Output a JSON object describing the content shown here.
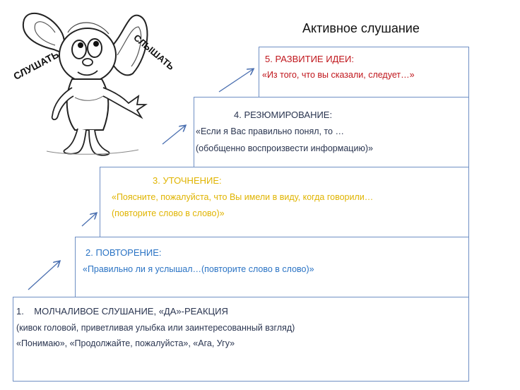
{
  "title": "Активное слушание",
  "cartoon": {
    "word_left": "СЛУШАТЬ",
    "word_right": "СЛЫШАТЬ"
  },
  "steps": {
    "step5": {
      "heading": "5. РАЗВИТИЕ ИДЕИ:",
      "lines": [
        "«Из того, что вы сказали, следует…»"
      ],
      "color": "#c0161c"
    },
    "step4": {
      "heading": "4. РЕЗЮМИРОВАНИЕ:",
      "lines": [
        "«Если я Вас правильно понял, то …",
        "(обобщенно воспроизвести информацию)»"
      ],
      "color": "#2a3550"
    },
    "step3": {
      "heading": "3. УТОЧНЕНИЕ:",
      "lines": [
        "«Поясните, пожалуйста, что Вы имели в виду, когда говорили…",
        "(повторите слово в слово)»"
      ],
      "color": "#e0b400"
    },
    "step2": {
      "heading": "2. ПОВТОРЕНИЕ:",
      "lines": [
        "«Правильно ли я услышал…(повторите слово в слово)»"
      ],
      "color": "#2a73c4"
    },
    "step1": {
      "heading": "1.    МОЛЧАЛИВОЕ СЛУШАНИЕ, «ДА»-РЕАКЦИЯ",
      "lines": [
        "(кивок головой, приветливая улыбка или заинтересованный взгляд)",
        "«Понимаю», «Продолжайте, пожалуйста», «Ага, Угу»"
      ],
      "color": "#2a3550"
    }
  }
}
